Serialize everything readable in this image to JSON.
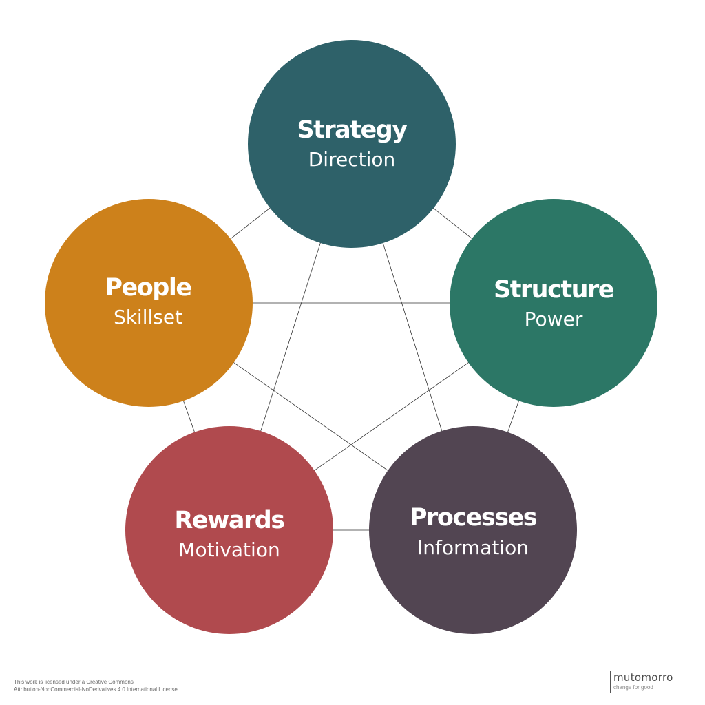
{
  "colors": {
    "strategy": "#2e6169",
    "structure": "#2c7766",
    "processes": "#524552",
    "rewards": "#b04a4e",
    "people": "#cd811b",
    "connector": "#333333"
  },
  "nodes": [
    {
      "id": "strategy",
      "title": "Strategy",
      "subtitle": "Direction"
    },
    {
      "id": "structure",
      "title": "Structure",
      "subtitle": "Power"
    },
    {
      "id": "processes",
      "title": "Processes",
      "subtitle": "Information"
    },
    {
      "id": "rewards",
      "title": "Rewards",
      "subtitle": "Motivation"
    },
    {
      "id": "people",
      "title": "People",
      "subtitle": "Skillset"
    }
  ],
  "connections": [
    [
      "strategy",
      "structure"
    ],
    [
      "structure",
      "processes"
    ],
    [
      "processes",
      "rewards"
    ],
    [
      "rewards",
      "people"
    ],
    [
      "people",
      "strategy"
    ],
    [
      "strategy",
      "processes"
    ],
    [
      "strategy",
      "rewards"
    ],
    [
      "people",
      "structure"
    ],
    [
      "people",
      "processes"
    ],
    [
      "structure",
      "rewards"
    ]
  ],
  "footer": {
    "license_line1": "This work is licensed under a Creative Commons",
    "license_line2": "Attribution-NonCommercial-NoDerivatives 4.0 International License.",
    "brand_name": "mutomorro",
    "brand_tagline": "change for good"
  }
}
